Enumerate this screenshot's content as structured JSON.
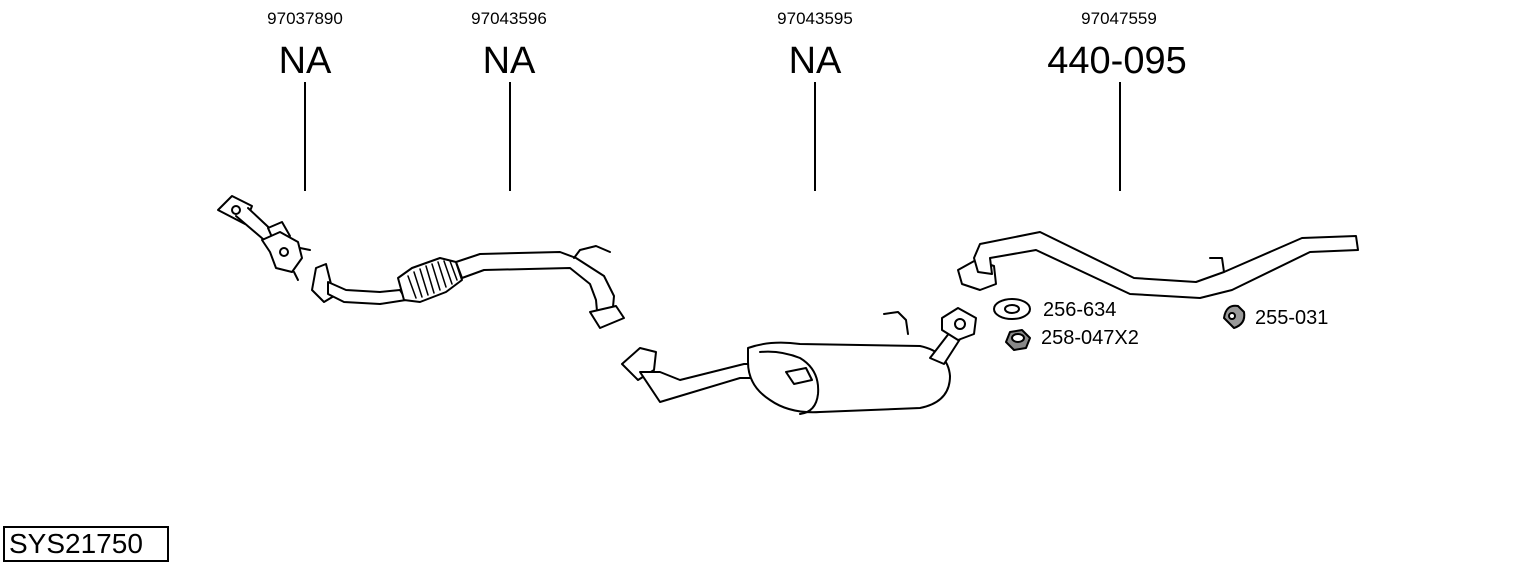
{
  "columns": [
    {
      "oem": "97037890",
      "part": "NA"
    },
    {
      "oem": "97043596",
      "part": "NA"
    },
    {
      "oem": "97043595",
      "part": "NA"
    },
    {
      "oem": "97047559",
      "part": "440-095"
    }
  ],
  "accessories": [
    {
      "part": "256-634",
      "icon": "gasket-icon"
    },
    {
      "part": "258-047X2",
      "icon": "nut-icon"
    },
    {
      "part": "255-031",
      "icon": "rubber-mount-icon"
    }
  ],
  "system_id": "SYS21750"
}
